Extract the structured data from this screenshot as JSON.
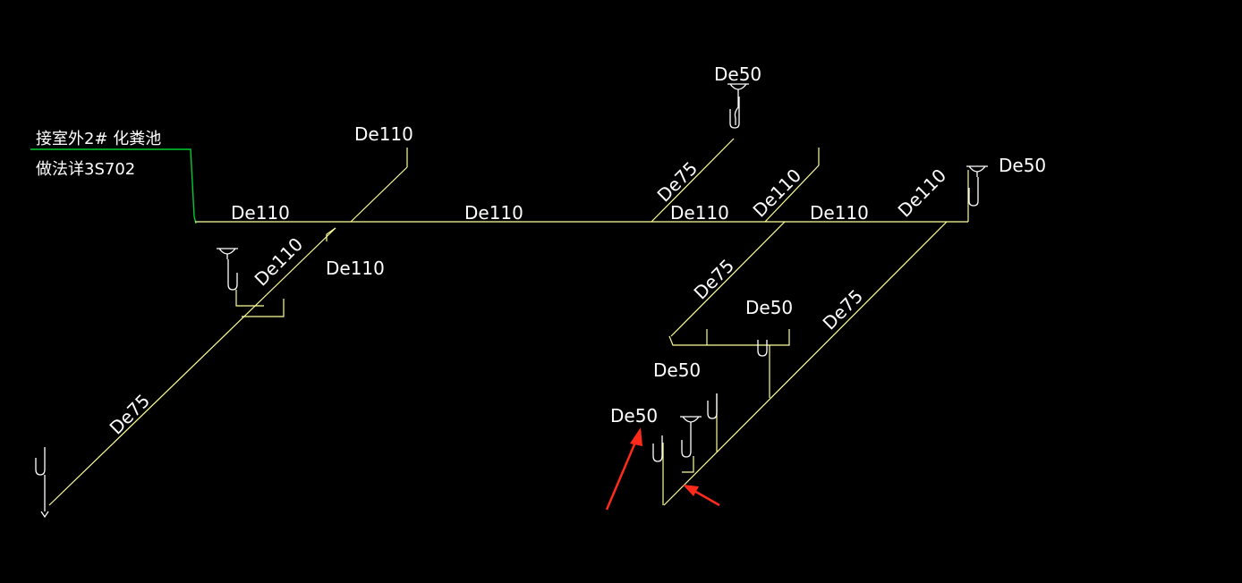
{
  "colors": {
    "background": "#000000",
    "pipe": "#ffff99",
    "fixture": "#ffffff",
    "outlet": "#00cc33",
    "arrow": "#ff2a1a",
    "text": "#ffffff"
  },
  "note": {
    "line1": "接室外2# 化粪池",
    "line2": "做法详3S702"
  },
  "labels": {
    "de110_top_riser": "De110",
    "de50_top": "De50",
    "de50_right": "De50",
    "de110_main_1": "De110",
    "de110_main_2": "De110",
    "de110_main_3": "De110",
    "de110_main_4": "De110",
    "de110_under_main": "De110",
    "de75_upper_diag": "De75",
    "de110_diag_a": "De110",
    "de110_diag_b": "De110",
    "de110_left_branch": "De110",
    "de75_left_long": "De75",
    "de75_mid_diag": "De75",
    "de50_mid": "De50",
    "de75_right_long": "De75",
    "de50_low_1": "De50",
    "de50_low_2": "De50"
  },
  "icons": {
    "floor_drain": "floor-drain-icon",
    "p_trap": "p-trap-icon",
    "arrow": "red-arrow-icon"
  }
}
